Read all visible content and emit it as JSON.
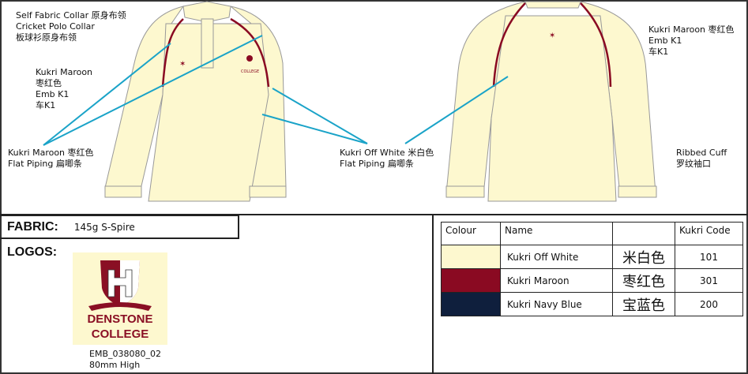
{
  "annotations": {
    "collar": [
      "Self Fabric Collar  原身布领",
      "Cricket Polo Collar",
      "板球衫原身布领"
    ],
    "front_emb": [
      "Kukri Maroon",
      "枣红色",
      "Emb K1",
      "车K1"
    ],
    "maroon_piping": [
      "Kukri Maroon  枣红色",
      "Flat Piping   扁唧条"
    ],
    "offwhite_piping": [
      "Kukri Off White  米白色",
      "Flat Piping   扁唧条"
    ],
    "back_emb": [
      "Kukri Maroon  枣红色",
      "Emb K1",
      "车K1"
    ],
    "cuff": [
      "Ribbed Cuff",
      "罗纹袖口"
    ]
  },
  "fabric": {
    "label": "FABRIC:",
    "value": "145g S-Spire"
  },
  "logos": {
    "label": "LOGOS:",
    "logo_text": [
      "DENSTONE",
      "COLLEGE"
    ],
    "code": "EMB_038080_02",
    "size": "80mm High"
  },
  "colour_table": {
    "headers": [
      "Colour",
      "Name",
      "",
      "Kukri Code"
    ],
    "rows": [
      {
        "swatch": "#fdf8cf",
        "name": "Kukri Off White",
        "cn": "米白色",
        "code": "101"
      },
      {
        "swatch": "#8a0a22",
        "name": "Kukri Maroon",
        "cn": "枣红色",
        "code": "301"
      },
      {
        "swatch": "#0f1f3d",
        "name": "Kukri Navy Blue",
        "cn": "宝蓝色",
        "code": "200"
      }
    ]
  },
  "colors": {
    "shirt": "#fdf8cf",
    "maroon": "#8a0a22",
    "pointer": "#1aa3c8"
  }
}
